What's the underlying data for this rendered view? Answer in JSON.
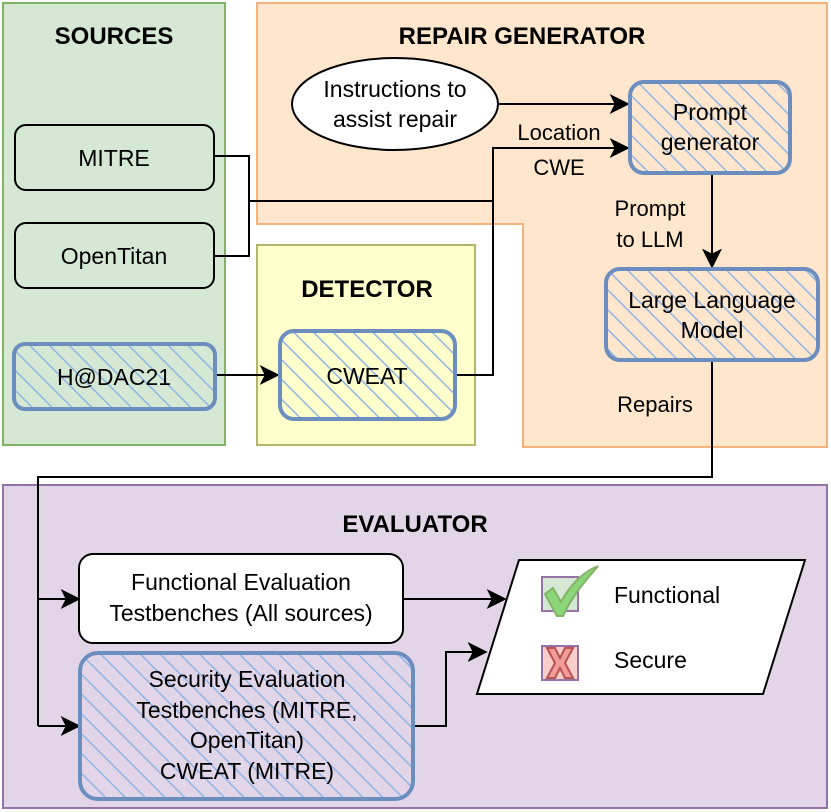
{
  "sections": {
    "sources": {
      "title": "SOURCES"
    },
    "repair_generator": {
      "title": "REPAIR GENERATOR"
    },
    "detector": {
      "title": "DETECTOR"
    },
    "evaluator": {
      "title": "EVALUATOR"
    }
  },
  "nodes": {
    "mitre": "MITRE",
    "opentitan": "OpenTitan",
    "hdac21": "H@DAC21",
    "cweat": "CWEAT",
    "instructions": [
      "Instructions to",
      "assist repair"
    ],
    "prompt_generator": [
      "Prompt",
      "generator"
    ],
    "llm": [
      "Large Language",
      "Model"
    ],
    "functional_eval": [
      "Functional Evaluation",
      "Testbenches (All sources)"
    ],
    "security_eval": [
      "Security Evaluation",
      "Testbenches (MITRE,",
      "OpenTitan)",
      "CWEAT (MITRE)"
    ]
  },
  "edge_labels": {
    "location": "Location",
    "cwe": "CWE",
    "prompt_to_llm": [
      "Prompt",
      "to LLM"
    ],
    "repairs": "Repairs"
  },
  "results": {
    "functional": "Functional",
    "secure": "Secure"
  },
  "colors": {
    "sources_fill": "#d5e8d4",
    "sources_stroke": "#82b366",
    "repair_fill": "#ffe6cc",
    "repair_stroke": "#f5b27a",
    "detector_fill": "#ffffcc",
    "detector_stroke": "#b5b56a",
    "evaluator_fill": "#e1d5e7",
    "evaluator_stroke": "#9673a6",
    "highlight_stroke": "#6c8ebf",
    "check_green": "#8cd67a",
    "cross_red": "#f19c99"
  },
  "icons": {
    "functional": "checkmark-icon",
    "secure": "cross-icon"
  }
}
